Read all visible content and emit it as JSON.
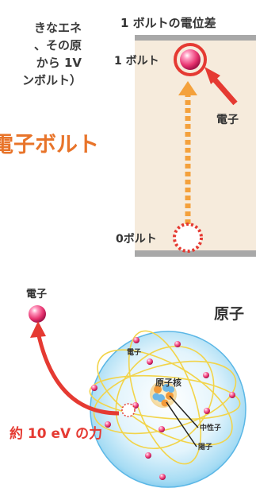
{
  "intro_text": {
    "line1": "きなエネ",
    "line2": "、その原",
    "line3": "から 1V",
    "line4": "ンボルト）"
  },
  "title_big": "電子ボルト",
  "voltage_panel": {
    "header": "1 ボルトの電位差",
    "top_label": "1 ボルト",
    "bottom_label": "0ボルト",
    "electron_label": "電子"
  },
  "atom_panel": {
    "title": "原子",
    "free_electron_label": "電子",
    "force_label": "約 10 eV の力",
    "inner_electron_label": "電子",
    "nucleus_label": "原子核",
    "neutron_label": "中性子",
    "proton_label": "陽子"
  },
  "colors": {
    "accent_orange": "#e8742a",
    "accent_red": "#e53a32",
    "panel_bg": "#f6ebdc",
    "electron_pink": "#e7336f",
    "sphere_blue": "#8fd0f0"
  }
}
